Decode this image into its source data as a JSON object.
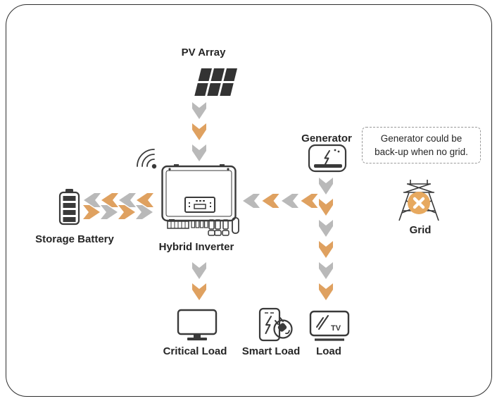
{
  "nodes": {
    "pv_array": {
      "label": "PV Array"
    },
    "generator": {
      "label": "Generator"
    },
    "grid": {
      "label": "Grid"
    },
    "storage_battery": {
      "label": "Storage Battery"
    },
    "hybrid_inverter": {
      "label": "Hybrid Inverter"
    },
    "critical_load": {
      "label": "Critical Load"
    },
    "smart_load": {
      "label": "Smart Load"
    },
    "load": {
      "label": "Load",
      "tv_text": "TV"
    }
  },
  "note": {
    "line1": "Generator could be",
    "line2": "back-up when no grid."
  },
  "colors": {
    "flow_gray": "#b9b9b9",
    "flow_orange": "#dfa160",
    "icon_dark": "#3a3a3a",
    "grid_blocked_orange": "#e7a95f",
    "grid_blocked_cross": "#ffffff"
  },
  "flows": [
    {
      "id": "pv-to-inverter",
      "from": "pv_array",
      "to": "hybrid_inverter",
      "direction": "down",
      "sequence": [
        "gray",
        "orange",
        "gray"
      ]
    },
    {
      "id": "inverter-to-battery",
      "from": "hybrid_inverter",
      "to": "storage_battery",
      "direction": "left",
      "sequence": [
        "gray",
        "orange",
        "gray",
        "orange"
      ]
    },
    {
      "id": "battery-to-inverter",
      "from": "storage_battery",
      "to": "hybrid_inverter",
      "direction": "right",
      "sequence": [
        "orange",
        "gray",
        "orange",
        "gray"
      ]
    },
    {
      "id": "generator-to-inverter",
      "from": "generator",
      "to": "hybrid_inverter",
      "direction": "left",
      "sequence": [
        "gray",
        "orange",
        "gray",
        "orange"
      ]
    },
    {
      "id": "generator-to-load",
      "from": "generator",
      "to": "load",
      "direction": "down",
      "sequence": [
        "gray",
        "orange",
        "gray",
        "orange",
        "gray",
        "orange"
      ]
    },
    {
      "id": "inverter-to-critical-load",
      "from": "hybrid_inverter",
      "to": "critical_load",
      "direction": "down",
      "sequence": [
        "gray",
        "orange"
      ]
    }
  ],
  "status": {
    "grid_state": "blocked"
  }
}
